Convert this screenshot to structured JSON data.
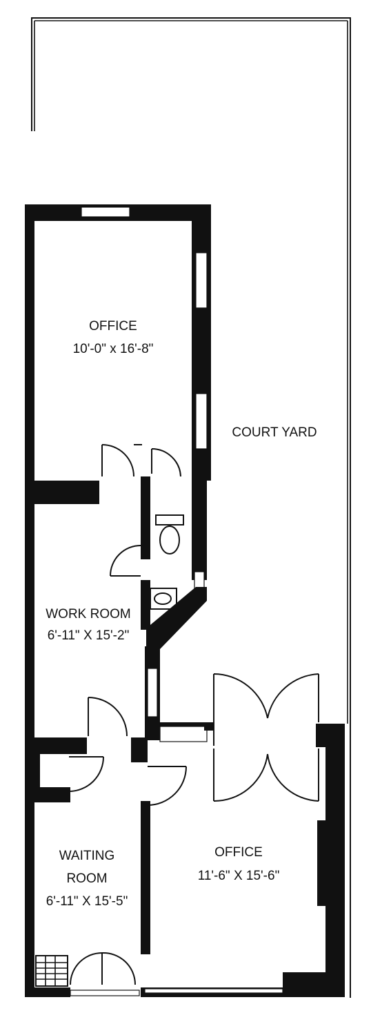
{
  "rooms": {
    "office_top": {
      "name": "OFFICE",
      "dims": "10'-0\" x 16'-8\""
    },
    "court_yard": {
      "name": "COURT YARD"
    },
    "work_room": {
      "name": "WORK ROOM",
      "dims": "6'-11\" X 15'-2\""
    },
    "waiting_room": {
      "name_line1": "WAITING",
      "name_line2": "ROOM",
      "dims": "6'-11\" X 15'-5\""
    },
    "office_bottom": {
      "name": "OFFICE",
      "dims": "11'-6\" X 15'-6\""
    }
  },
  "icons": {
    "toilet": "toilet-icon",
    "sink": "sink-icon",
    "stairs": "stairs-icon",
    "doors": "door-swing-icon"
  }
}
